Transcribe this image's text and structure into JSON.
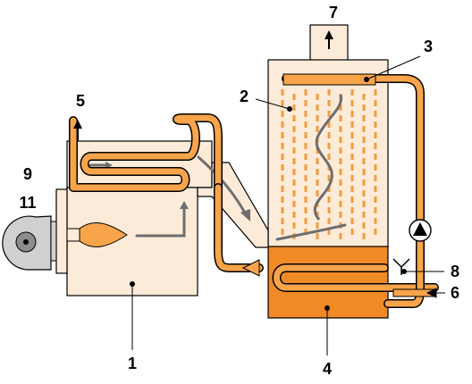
{
  "colors": {
    "body_fill": "#fcebd8",
    "orange": "#f7a44a",
    "dark_orange": "#f08a24",
    "dashes": "#f39b3e",
    "gray_arrow": "#6e6e6e",
    "blower": "#d0d0d0",
    "outline": "#000000"
  },
  "callouts": {
    "c1": "1",
    "c2": "2",
    "c3": "3",
    "c4": "4",
    "c5": "5",
    "c6": "6",
    "c7": "7",
    "c8": "8",
    "c9": "9",
    "c11": "11"
  }
}
